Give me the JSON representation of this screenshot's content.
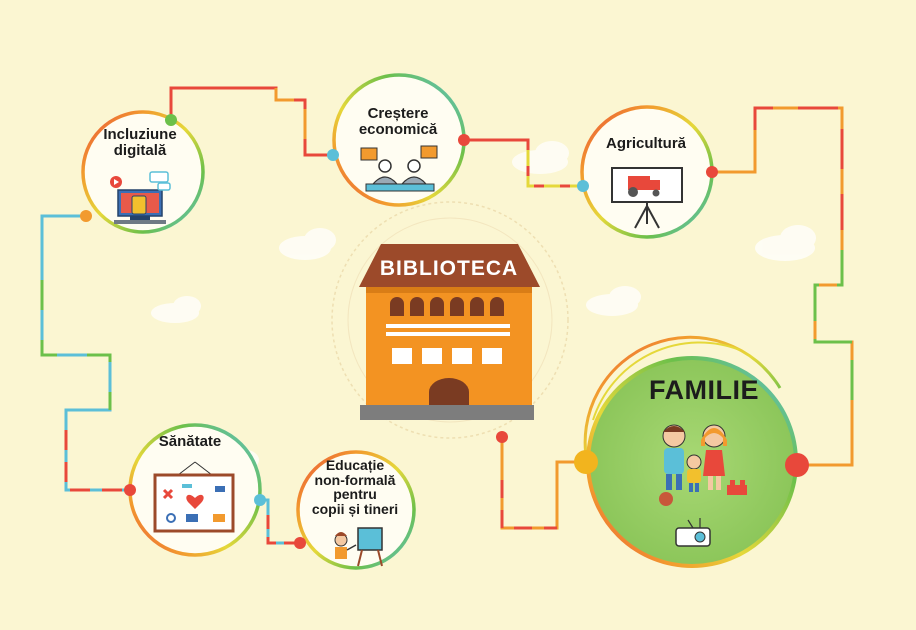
{
  "center": {
    "label": "BIBLIOTECA"
  },
  "nodes": {
    "incluziune": {
      "lines": [
        "Incluziune",
        "digitală"
      ]
    },
    "crestere": {
      "lines": [
        "Creștere",
        "economică"
      ]
    },
    "agricultura": {
      "lines": [
        "Agricultură"
      ]
    },
    "sanatate": {
      "lines": [
        "Sănătate"
      ]
    },
    "educatie": {
      "lines": [
        "Educație",
        "non-formală",
        "pentru",
        "copii și tineri"
      ]
    },
    "familie": {
      "lines": [
        "FAMILIE"
      ]
    }
  },
  "colors": {
    "background": "#fbf6d2",
    "building": "#f39322",
    "roof": "#9c4a2a",
    "familie_fill": "#9bd06a",
    "line_red": "#e8483b",
    "line_orange": "#f29a2e",
    "line_yellow": "#e5d83a",
    "line_green": "#6cc04a",
    "line_blue": "#5bbfd8"
  }
}
